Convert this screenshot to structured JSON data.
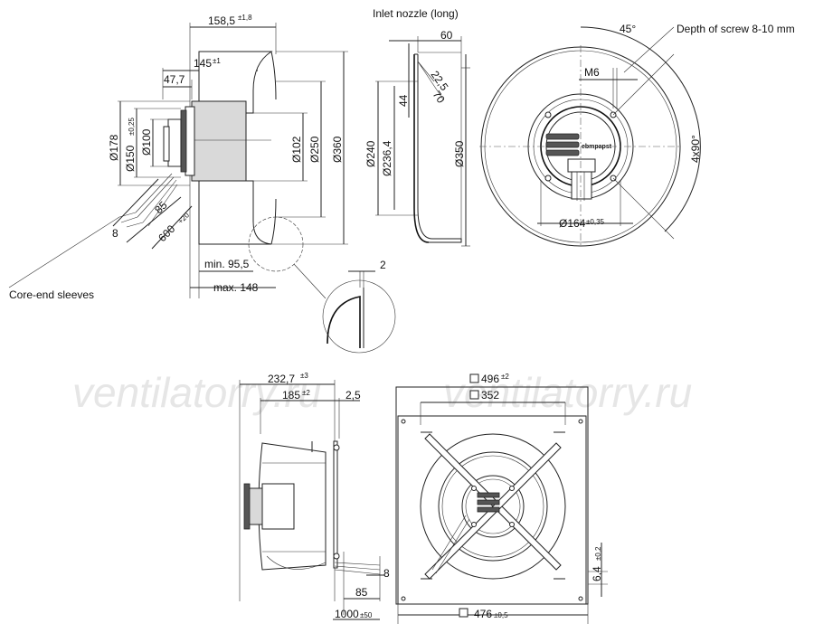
{
  "labels": {
    "inlet_nozzle": "Inlet nozzle (long)",
    "depth_of_screw": "Depth of screw 8-10 mm",
    "core_end_sleeves": "Core-end sleeves",
    "watermark": "ventilatorry.ru"
  },
  "side_view_dims": {
    "overall_depth": "158,5",
    "overall_depth_tol": "±1,8",
    "depth_145": "145",
    "depth_145_tol": "±1",
    "depth_47": "47,7",
    "dia_178": "Ø178",
    "dia_150": "Ø150",
    "dia_150_tol": "±0,25",
    "dia_100": "Ø100",
    "dia_102": "Ø102",
    "dia_250": "Ø250",
    "dia_360": "Ø360",
    "cable_85": "85",
    "cable_8": "8",
    "cable_600": "600",
    "cable_600_tol": "+20",
    "min_95": "min. 95,5",
    "max_148": "max. 148"
  },
  "nozzle_dims": {
    "len_60": "60",
    "r_22": "22,5",
    "r_70": "70",
    "h_44": "44",
    "dia_240": "Ø240",
    "dia_236": "Ø236,4",
    "dia_350": "Ø350",
    "detail_2": "2"
  },
  "front_view_dims": {
    "angle_45": "45°",
    "thread_m6": "M6",
    "holes": "4x90°",
    "dia_164": "Ø164",
    "dia_164_tol": "±0,35",
    "brand": "ebmpapst"
  },
  "plate_side_dims": {
    "depth_232": "232,7",
    "depth_232_tol": "±3",
    "depth_185": "185",
    "depth_185_tol": "±2",
    "gap_2_5": "2,5",
    "cable_8": "8",
    "cable_85": "85",
    "cable_1000": "1000",
    "cable_1000_tol": "±50"
  },
  "plate_front_dims": {
    "square_496_top": "496",
    "square_496_top_tol": "±2",
    "square_352": "352",
    "square_476": "476",
    "square_476_tol": "±0,5",
    "hole_6_4": "6,4",
    "hole_6_4_tol": "±0,2"
  }
}
